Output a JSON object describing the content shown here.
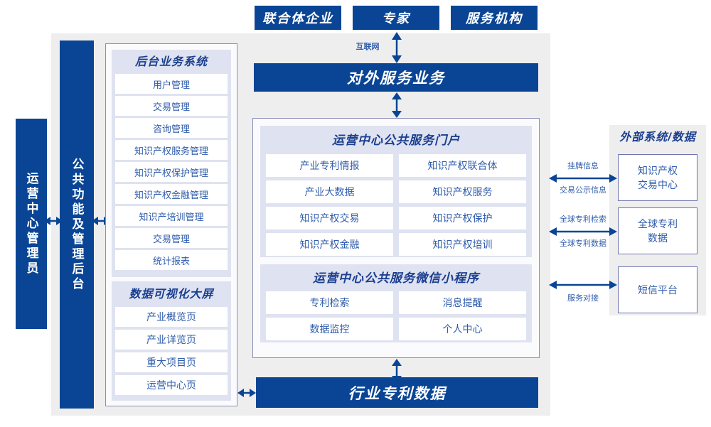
{
  "colors": {
    "brand_blue": "#0a4595",
    "panel_gray": "#eeeeee",
    "sub_panel": "#dfe2f0",
    "border_purple": "#8a8cb8",
    "text_blue": "#2f5cab"
  },
  "top_actors": [
    {
      "label": "联合体企业"
    },
    {
      "label": "专家"
    },
    {
      "label": "服务机构"
    }
  ],
  "internet_label": "互联网",
  "external_service_bar": "对外服务业务",
  "industry_data_bar": "行业专利数据",
  "left_rails": [
    {
      "label": "运营中心管理员"
    },
    {
      "label": "公共功能及管理后台"
    }
  ],
  "backend": {
    "title": "后台业务系统",
    "items": [
      "用户管理",
      "交易管理",
      "咨询管理",
      "知识产权服务管理",
      "知识产权保护管理",
      "知识产权金融管理",
      "知识产培训管理",
      "交易管理",
      "统计报表"
    ]
  },
  "bigscreen": {
    "title": "数据可视化大屏",
    "items": [
      "产业概览页",
      "产业详览页",
      "重大项目页",
      "运营中心页"
    ]
  },
  "portal": {
    "title": "运营中心公共服务门户",
    "items": [
      "产业专利情报",
      "知识产权联合体",
      "产业大数据",
      "知识产权服务",
      "知识产权交易",
      "知识产权保护",
      "知识产权金融",
      "知识产权培训"
    ]
  },
  "miniprogram": {
    "title": "运营中心公共服务微信小程序",
    "items": [
      "专利检索",
      "消息提醒",
      "数据监控",
      "个人中心"
    ]
  },
  "external": {
    "title": "外部系统/数据",
    "boxes": [
      {
        "label": "知识产权\n交易中心"
      },
      {
        "label": "全球专利\n数据"
      },
      {
        "label": "短信平台"
      }
    ],
    "connections": [
      {
        "above": "挂牌信息",
        "below": "交易公示信息"
      },
      {
        "above": "全球专利检索",
        "below": "全球专利数据"
      },
      {
        "above": "",
        "below": "服务对接"
      }
    ]
  }
}
